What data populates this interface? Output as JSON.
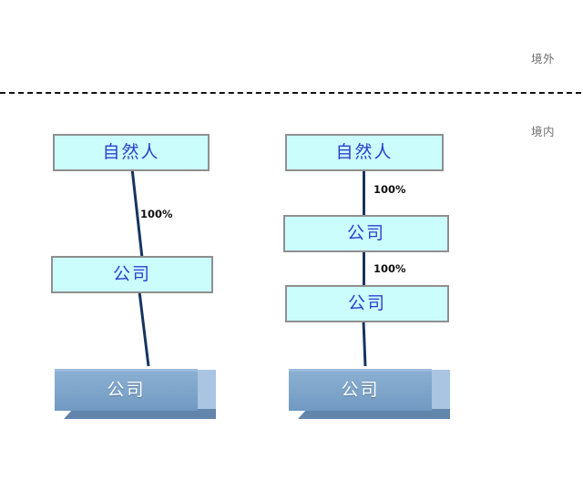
{
  "diagram": {
    "regions": {
      "offshore_label": "境外",
      "onshore_label": "境内"
    },
    "colors": {
      "node_fill": "#CCFDFD",
      "node_border": "#8F8F8F",
      "node_text": "#2A3FD0",
      "box3d_front": "#7FA3C8",
      "box3d_side": "#A9C5E2",
      "box3d_bottom": "#6285AB",
      "box3d_text": "#FFFFFF",
      "connector": "#15355F",
      "divider": "#111111",
      "region_label": "#6E6E6E"
    },
    "structures": [
      {
        "name": "left-structure",
        "nodes": [
          {
            "id": "l1",
            "label": "自然人",
            "style": "flat"
          },
          {
            "id": "l2",
            "label": "公司",
            "style": "flat"
          },
          {
            "id": "l3",
            "label": "公司",
            "style": "3d"
          }
        ],
        "edges": [
          {
            "from": "l1",
            "to": "l2",
            "label": "100%"
          },
          {
            "from": "l2",
            "to": "l3",
            "label": ""
          }
        ]
      },
      {
        "name": "right-structure",
        "nodes": [
          {
            "id": "r1",
            "label": "自然人",
            "style": "flat"
          },
          {
            "id": "r2",
            "label": "公司",
            "style": "flat"
          },
          {
            "id": "r3",
            "label": "公司",
            "style": "flat"
          },
          {
            "id": "r4",
            "label": "公司",
            "style": "3d"
          }
        ],
        "edges": [
          {
            "from": "r1",
            "to": "r2",
            "label": "100%"
          },
          {
            "from": "r2",
            "to": "r3",
            "label": "100%"
          },
          {
            "from": "r3",
            "to": "r4",
            "label": ""
          }
        ]
      }
    ]
  }
}
